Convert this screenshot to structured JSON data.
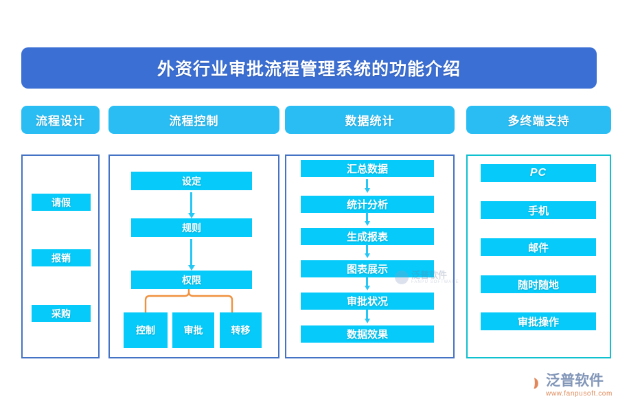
{
  "title": {
    "text": "外资行业审批流程管理系统的功能介绍"
  },
  "colors": {
    "title_banner": "#3B6FD4",
    "category_pill": "#29BDF4",
    "chip": "#06CAF9",
    "box_border_blue": "#4472C4",
    "box_border_teal": "#0FC0CE",
    "connector_arrow": "#28C6F5",
    "bracket_orange": "#F0913F",
    "logo_text": "#8296B8",
    "logo_url": "#E08A5A"
  },
  "categories": [
    {
      "label": "流程设计"
    },
    {
      "label": "流程控制"
    },
    {
      "label": "数据统计"
    },
    {
      "label": "多终端支持"
    }
  ],
  "columns": {
    "process_design": {
      "items": [
        {
          "label": "请假"
        },
        {
          "label": "报销"
        },
        {
          "label": "采购"
        }
      ]
    },
    "process_control": {
      "flow": [
        {
          "label": "设定"
        },
        {
          "label": "规则"
        },
        {
          "label": "权限"
        }
      ],
      "branches": [
        {
          "label": "控制"
        },
        {
          "label": "审批"
        },
        {
          "label": "转移"
        }
      ]
    },
    "data_statistics": {
      "flow": [
        {
          "label": "汇总数据"
        },
        {
          "label": "统计分析"
        },
        {
          "label": "生成报表"
        },
        {
          "label": "图表展示"
        },
        {
          "label": "审批状况"
        },
        {
          "label": "数据效果"
        }
      ]
    },
    "multi_terminal": {
      "items": [
        {
          "label": "PC"
        },
        {
          "label": "手机"
        },
        {
          "label": "邮件"
        },
        {
          "label": "随时随地"
        },
        {
          "label": "审批操作"
        }
      ]
    }
  },
  "watermark": {
    "name": "泛普软件",
    "sub": "FANPU SOFTWARE"
  },
  "logo": {
    "name": "泛普软件",
    "url": "www.fanpusoft.com"
  }
}
